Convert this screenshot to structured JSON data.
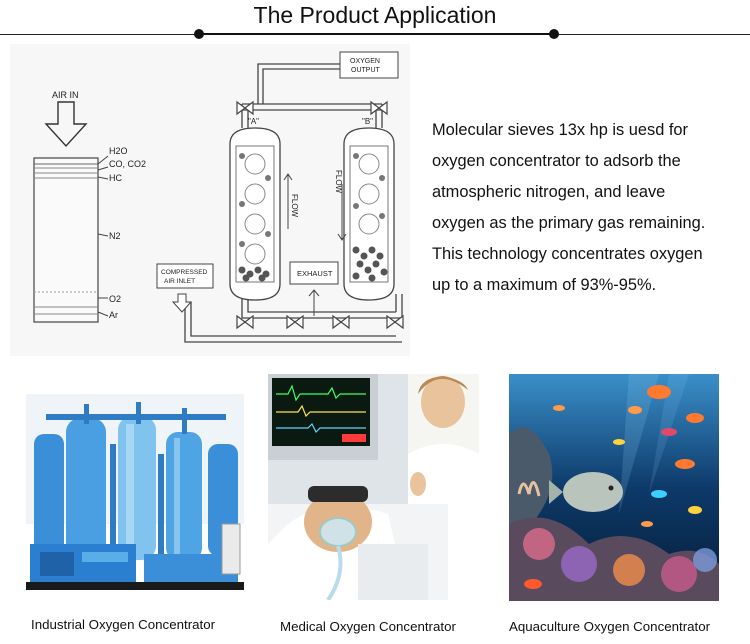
{
  "header": {
    "title": "The Product Application"
  },
  "diagram": {
    "air_in": "AIR IN",
    "layers": [
      "H2O",
      "CO, CO2",
      "HC",
      "N2",
      "O2",
      "Ar"
    ],
    "column_a": "\"A\"",
    "column_b": "\"B\"",
    "flow": "FLOW",
    "oxygen_output": [
      "OXYGEN",
      "OUTPUT"
    ],
    "compressed_air": [
      "COMPRESSED",
      "AIR INLET"
    ],
    "exhaust": "EXHAUST"
  },
  "description": {
    "lines": [
      "Molecular sieves 13x hp is uesd for",
      "oxygen concentrator to adsorb the",
      "atmospheric nitrogen, and leave",
      "oxygen as the primary gas remaining.",
      "This technology concentrates oxygen",
      "up to a maximum of 93%-95%."
    ]
  },
  "products": [
    {
      "caption": "Industrial Oxygen Concentrator"
    },
    {
      "caption": "Medical Oxygen Concentrator"
    },
    {
      "caption": "Aquaculture Oxygen Concentrator"
    }
  ],
  "colors": {
    "industrial_blue": "#3a8fd8",
    "tank_blue": "#7fc3ee",
    "water_blue": "#0d3a6a",
    "coral_orange": "#ff7a2e"
  }
}
